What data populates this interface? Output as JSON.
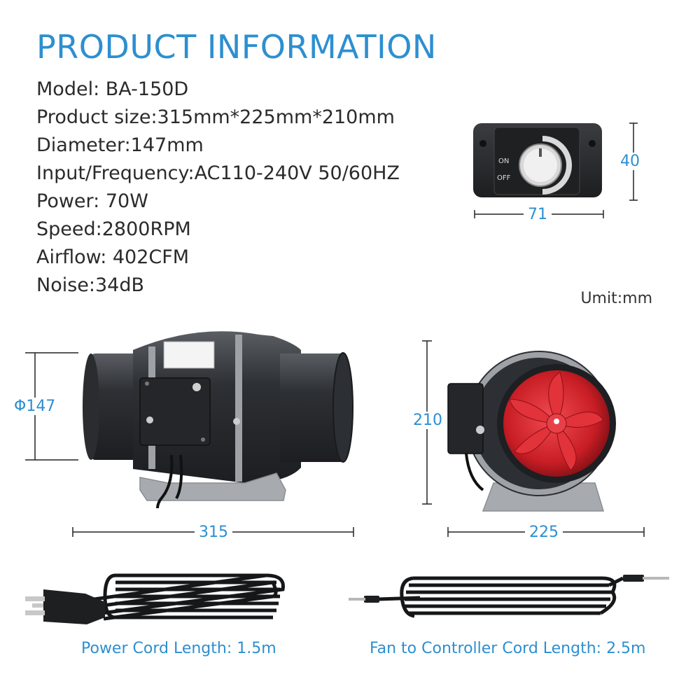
{
  "title": "PRODUCT INFORMATION",
  "specs": [
    "Model: BA-150D",
    "Product size:315mm*225mm*210mm",
    "Diameter:147mm",
    "Input/Frequency:AC110-240V 50/60HZ",
    "Power: 70W",
    "Speed:2800RPM",
    "Airflow: 402CFM",
    "Noise:34dB"
  ],
  "unit_label": "Umit:mm",
  "controller": {
    "on_label": "ON",
    "off_label": "OFF",
    "height_dim": "40",
    "width_dim": "71"
  },
  "fan_side": {
    "diameter_dim": "Φ147",
    "length_dim": "315"
  },
  "fan_front": {
    "height_dim": "210",
    "width_dim": "225"
  },
  "captions": {
    "power_cord": "Power Cord Length: 1.5m",
    "controller_cord": "Fan to Controller Cord Length: 2.5m"
  },
  "colors": {
    "accent": "#2d8fd0",
    "fan_body": "#3a3d41",
    "blades": "#d3222b",
    "bracket": "#a7abb0"
  }
}
